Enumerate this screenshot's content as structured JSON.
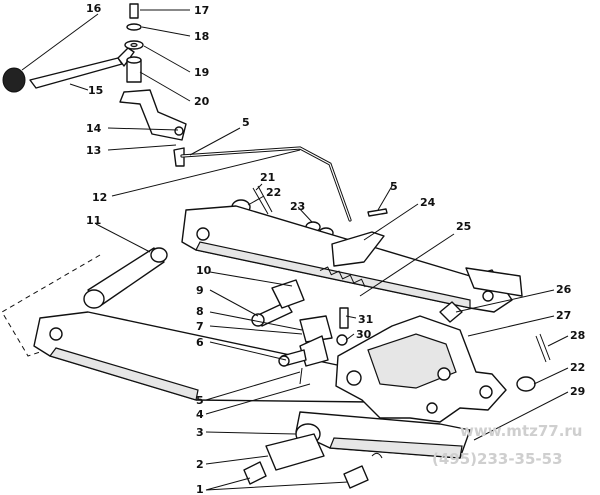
{
  "labels": [
    "1",
    "2",
    "3",
    "4",
    "5",
    "6",
    "7",
    "8",
    "9",
    "10",
    "11",
    "12",
    "13",
    "14",
    "15",
    "16",
    "17",
    "18",
    "19",
    "20",
    "21",
    "22",
    "23",
    "24",
    "25",
    "26",
    "27",
    "28",
    "29",
    "30",
    "31"
  ],
  "watermark": {
    "site": "www.mtz77.ru",
    "phone": "(495)233-35-53"
  }
}
